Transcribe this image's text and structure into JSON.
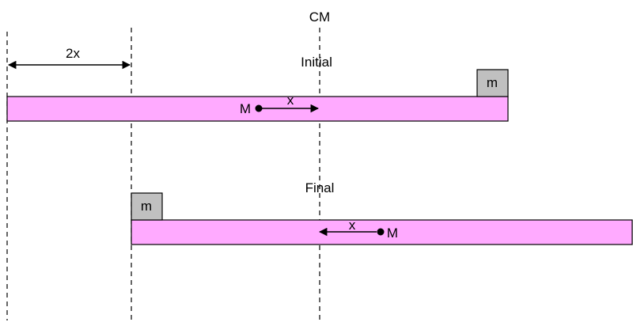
{
  "labels": {
    "cm": "CM",
    "initial": "Initial",
    "final": "Final",
    "two_x": "2x",
    "x": "x",
    "big_mass": "M",
    "small_mass": "m"
  },
  "colors": {
    "plank_fill": "#ffaaff",
    "block_fill": "#c0c0c0",
    "line": "#000000"
  }
}
